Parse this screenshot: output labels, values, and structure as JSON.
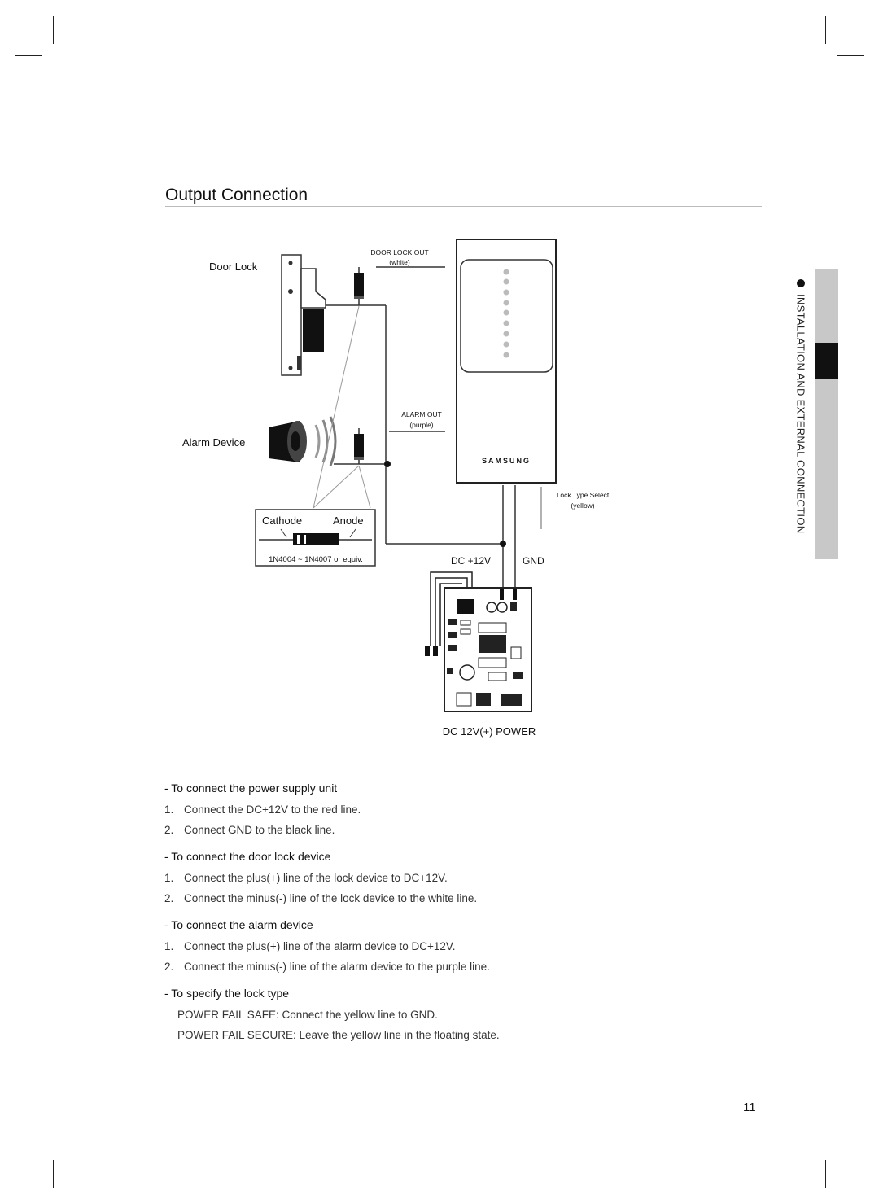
{
  "page": {
    "title": "Output Connection",
    "page_number": "11"
  },
  "side_tab": {
    "label": "INSTALLATION AND EXTERNAL CONNECTION"
  },
  "diagram": {
    "door_lock_label": "Door Lock",
    "alarm_device_label": "Alarm Device",
    "door_lock_out_label": "DOOR LOCK OUT",
    "door_lock_out_color": "(white)",
    "alarm_out_label": "ALARM OUT",
    "alarm_out_color": "(purple)",
    "lock_type_label": "Lock Type Select",
    "lock_type_color": "(yellow)",
    "brand": "SAMSUNG",
    "diode": {
      "cathode": "Cathode",
      "anode": "Anode",
      "part_number": "1N4004 ~ 1N4007 or equiv."
    },
    "dc_label": "DC +12V",
    "gnd_label": "GND",
    "power_label": "DC 12V(+) POWER"
  },
  "instructions": [
    {
      "heading": "- To connect the power supply unit",
      "steps": [
        {
          "num": "1.",
          "text": "Connect the DC+12V to the red line."
        },
        {
          "num": "2.",
          "text": "Connect GND to the black line."
        }
      ]
    },
    {
      "heading": "- To connect the door lock device",
      "steps": [
        {
          "num": "1.",
          "text": "Connect the plus(+) line of the lock device to DC+12V."
        },
        {
          "num": "2.",
          "text": "Connect the minus(-) line of the lock device to the white line."
        }
      ]
    },
    {
      "heading": "- To connect the alarm device",
      "steps": [
        {
          "num": "1.",
          "text": "Connect the plus(+) line of the alarm device to DC+12V."
        },
        {
          "num": "2.",
          "text": "Connect the minus(-) line of the alarm device to the purple line."
        }
      ]
    },
    {
      "heading": "- To specify the lock type",
      "notes": [
        "POWER FAIL SAFE: Connect the yellow line to GND.",
        "POWER FAIL SECURE: Leave the yellow line in the floating state."
      ]
    }
  ]
}
